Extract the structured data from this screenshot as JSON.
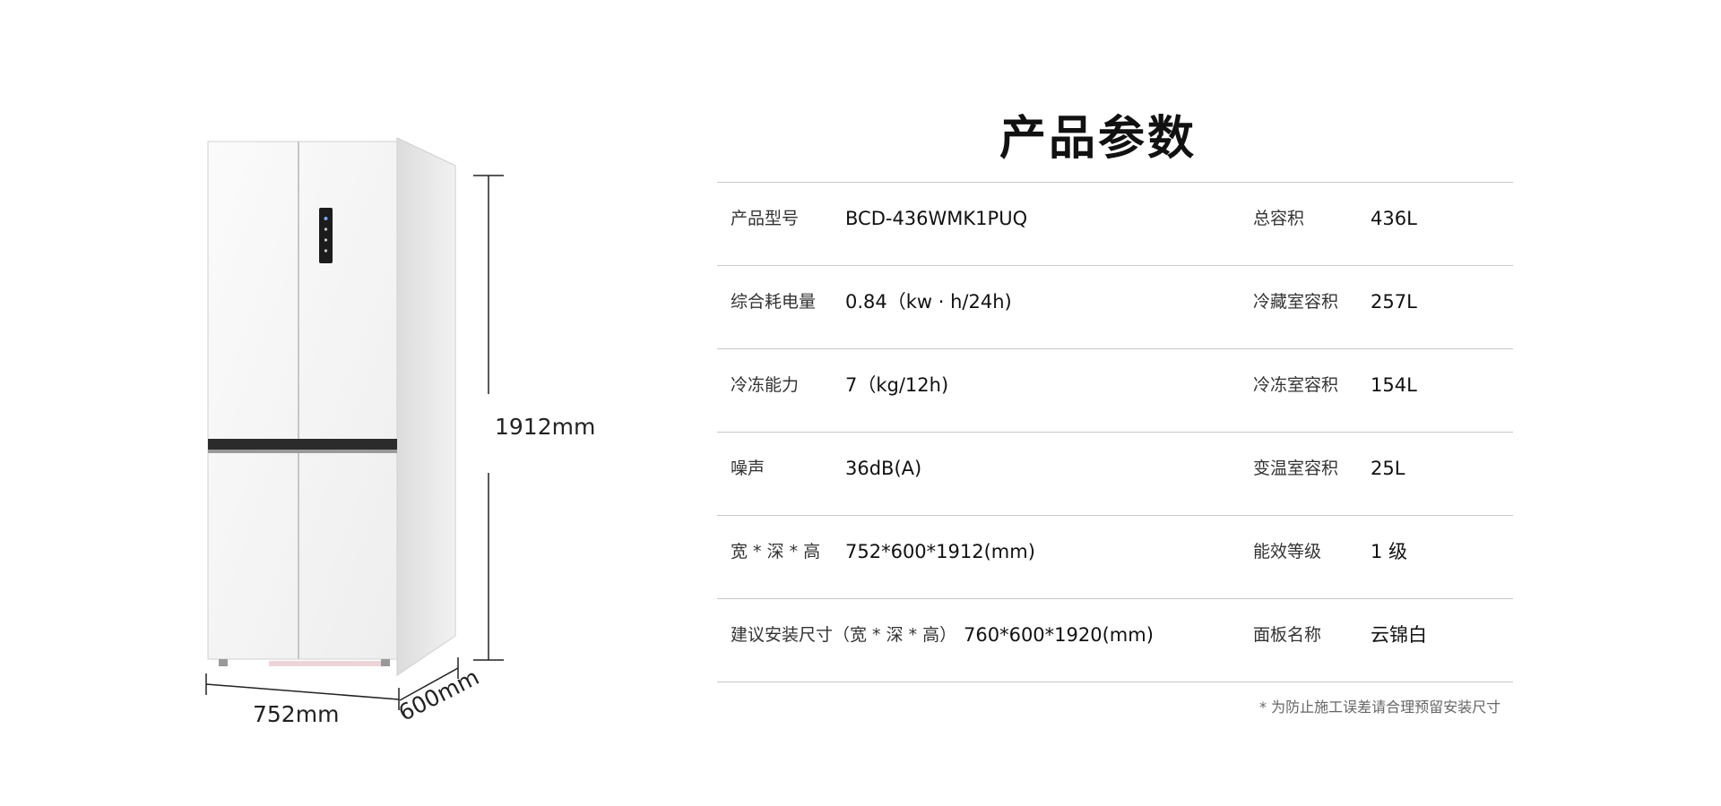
{
  "dimensions": {
    "height": "1912mm",
    "width": "752mm",
    "depth": "600mm"
  },
  "title": "产品参数",
  "specs": [
    {
      "label1": "产品型号",
      "value1": "BCD-436WMK1PUQ",
      "label2": "总容积",
      "value2": "436L"
    },
    {
      "label1": "综合耗电量",
      "value1": "0.84（kw · h/24h)",
      "label2": "冷藏室容积",
      "value2": "257L"
    },
    {
      "label1": "冷冻能力",
      "value1": "7（kg/12h)",
      "label2": "冷冻室容积",
      "value2": "154L"
    },
    {
      "label1": "噪声",
      "value1": "36dB(A)",
      "label2": "变温室容积",
      "value2": "25L"
    },
    {
      "label1": "宽 * 深 * 高",
      "value1": "752*600*1912(mm)",
      "label2": "能效等级",
      "value2": "1 级"
    },
    {
      "label1": "建议安装尺寸（宽 * 深 * 高）",
      "value1": "760*600*1920(mm)",
      "label2": "面板名称",
      "value2": "云锦白"
    }
  ],
  "footnote": "* 为防止施工误差请合理预留安装尺寸",
  "colors": {
    "background": "#ffffff",
    "rule": "#c8c8c8",
    "text": "#111111"
  }
}
